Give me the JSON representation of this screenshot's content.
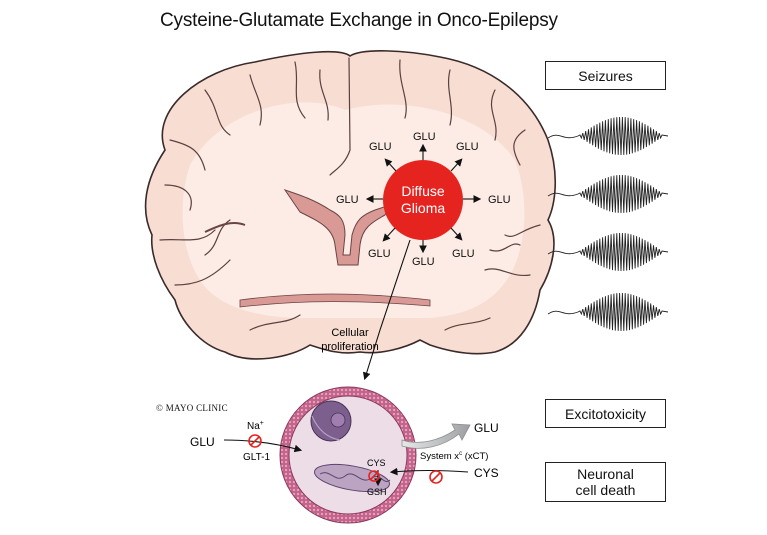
{
  "title": "Cysteine-Glutamate Exchange in Onco-Epilepsy",
  "tumor": {
    "line1": "Diffuse",
    "line2": "Glioma"
  },
  "glu_labels": [
    "GLU",
    "GLU",
    "GLU",
    "GLU",
    "GLU",
    "GLU",
    "GLU",
    "GLU"
  ],
  "proliferation": {
    "line1": "Cellular",
    "line2": "proliferation"
  },
  "credit": "© MAYO CLINIC",
  "cell": {
    "glu_in": "GLU",
    "na": "Na",
    "na_sup": "+",
    "glt1": "GLT-1",
    "glu_out": "GLU",
    "system": "System x",
    "system_sup": "c",
    "system_rest": " (xCT)",
    "cys_out": "CYS",
    "cys_in": "CYS",
    "gsh": "GSH"
  },
  "boxes": {
    "seizures": "Seizures",
    "excitotoxicity": "Excitotoxicity",
    "neuronal_1": "Neuronal",
    "neuronal_2": "cell death"
  },
  "colors": {
    "brain_fill": "#f8ddd2",
    "brain_stroke": "#3a2a2a",
    "ventricle": "#d99a96",
    "tumor": "#e52420",
    "membrane": "#c4648a",
    "cytoplasm": "#ecdde7",
    "nucleus": "#7d5f8e",
    "mito": "#bba4c2",
    "inhibit": "#e52420",
    "arrow_grey": "#a7a9ac"
  }
}
